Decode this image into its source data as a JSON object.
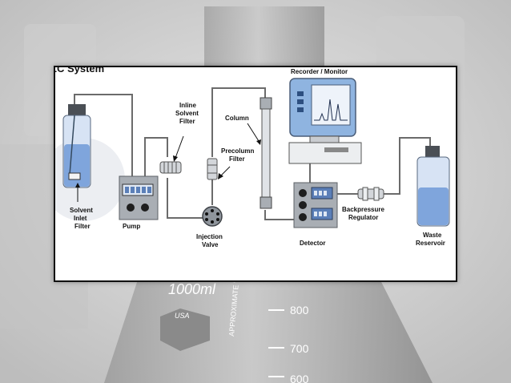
{
  "background": {
    "flask_capacity": "1000ml",
    "flask_brand": "USA",
    "flask_approx": "APPROXIMATE VOLUME",
    "grad_800": "800",
    "grad_700": "700",
    "grad_600": "600"
  },
  "diagram": {
    "title_fragment": "LC System",
    "labels": {
      "recorder": "Recorder / Monitor",
      "inline_filter_1": "Inline",
      "inline_filter_2": "Solvent",
      "inline_filter_3": "Filter",
      "column": "Column",
      "precolumn_1": "Precolumn",
      "precolumn_2": "Filter",
      "solvent_1": "Solvent",
      "solvent_2": "Inlet",
      "solvent_3": "Filter",
      "pump": "Pump",
      "injection_1": "Injection",
      "injection_2": "Valve",
      "detector": "Detector",
      "backpressure_1": "Backpressure",
      "backpressure_2": "Regulator",
      "waste_1": "Waste",
      "waste_2": "Reservoir"
    }
  },
  "colors": {
    "panel_border": "#111111",
    "device_gray": "#a9aeb4",
    "liquid_blue": "#7fa5dc",
    "screen_blue": "#6f9fd6",
    "tubing": "#666666"
  }
}
